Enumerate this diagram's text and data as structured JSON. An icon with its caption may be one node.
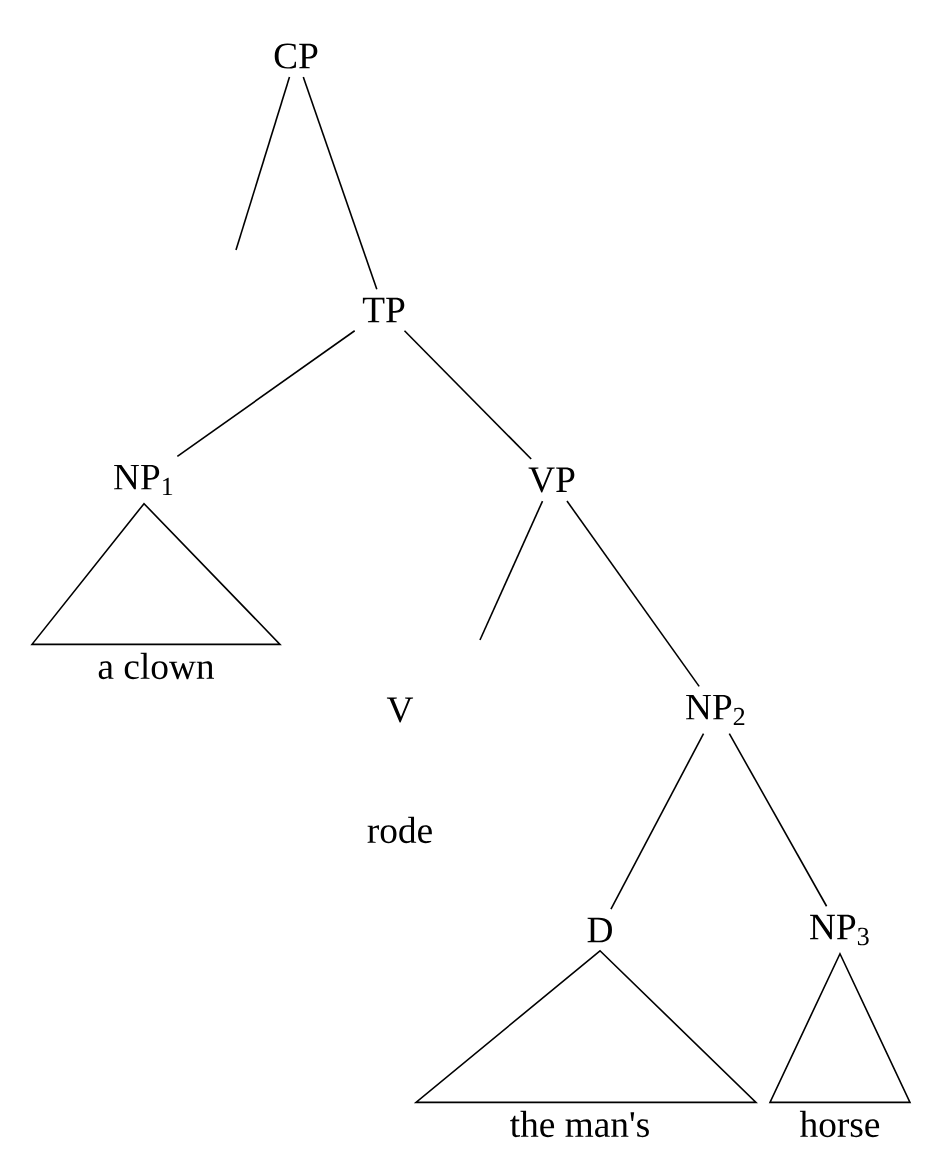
{
  "diagram": {
    "nodes": [
      {
        "text": [
          "CP"
        ]
      },
      {
        "text": [
          "TP"
        ]
      },
      {
        "text": [
          "NP$_{1}$"
        ]
      },
      {
        "text": [
          "VP"
        ]
      },
      {
        "text": [
          "a clown"
        ]
      },
      {
        "text": [
          "V"
        ],
        "beside": [
          "rode"
        ]
      },
      {
        "text": [
          "NP$_{2}$"
        ]
      },
      {
        "text": [
          "D"
        ]
      },
      {
        "text": [
          "NP$_{3}$"
        ]
      },
      {
        "text": [
          "the man's"
        ]
      },
      {
        "text": [
          "horse"
        ]
      }
    ],
    "edges": [
      {
        "from": 0,
        "to": null,
        "arrow": "none"
      },
      {
        "from": 0,
        "to": 1,
        "arrow": "none"
      },
      {
        "from": 1,
        "to": 2,
        "arrow": "none"
      },
      {
        "from": 1,
        "to": 3,
        "arrow": "none"
      },
      {
        "from": 2,
        "to": 4,
        "arrow": "none"
      },
      {
        "from": 3,
        "to": null,
        "arrow": "none"
      },
      {
        "from": 3,
        "to": 6,
        "arrow": "none"
      },
      {
        "from": 6,
        "to": 7,
        "arrow": "none"
      },
      {
        "from": 6,
        "to": 8,
        "arrow": "none"
      },
      {
        "from": 7,
        "to": 9,
        "arrow": "none"
      },
      {
        "from": 8,
        "to": 10,
        "arrow": "none"
      }
    ]
  }
}
